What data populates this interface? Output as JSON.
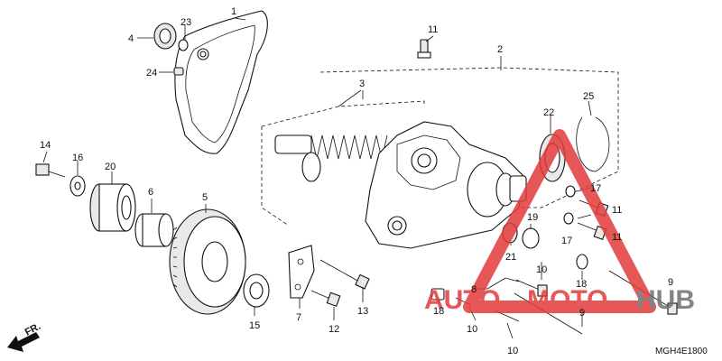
{
  "diagram": {
    "code": "MGH4E1800",
    "direction_label": "FR.",
    "callouts": {
      "c1": "1",
      "c2": "2",
      "c3": "3",
      "c4": "4",
      "c5": "5",
      "c6": "6",
      "c7": "7",
      "c8": "8",
      "c9a": "9",
      "c9b": "9",
      "c10a": "10",
      "c10b": "10",
      "c10c": "10",
      "c11a": "11",
      "c11b": "11",
      "c11c": "11",
      "c12": "12",
      "c13": "13",
      "c14": "14",
      "c15": "15",
      "c16": "16",
      "c17a": "17",
      "c17b": "17",
      "c18a": "18",
      "c18b": "18",
      "c19": "19",
      "c20": "20",
      "c21": "21",
      "c22": "22",
      "c23": "23",
      "c24": "24",
      "c25": "25"
    }
  },
  "watermark": {
    "text_auto": "AUTO",
    "text_moto": "MOTO",
    "text_hub": "HUB",
    "color_red": "#e23b3b",
    "color_gray": "#6f6f6f"
  }
}
